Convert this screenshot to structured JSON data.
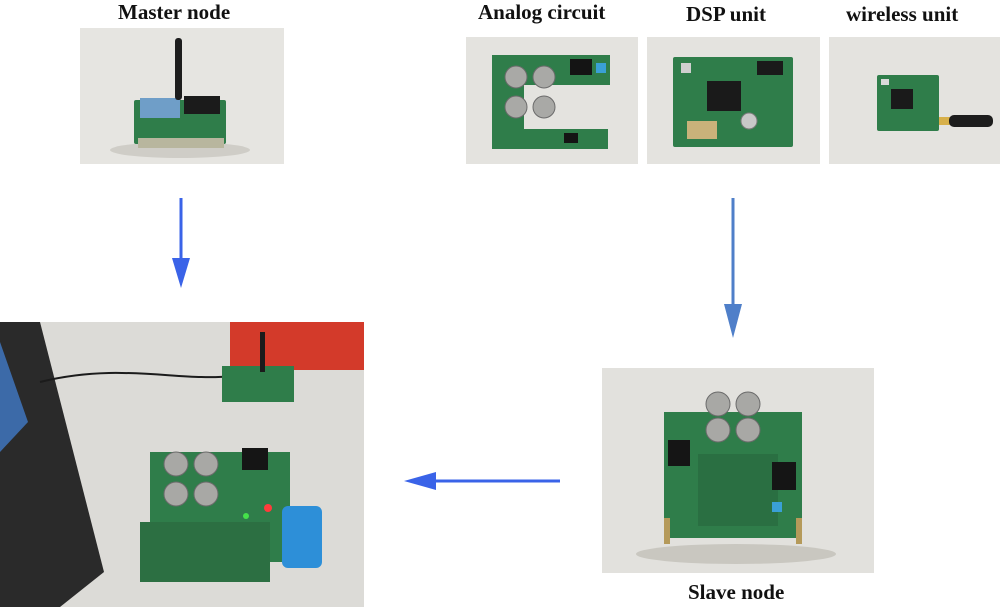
{
  "labels": {
    "master_node": "Master node",
    "analog_circuit": "Analog circuit",
    "dsp_unit": "DSP unit",
    "wireless_unit": "wireless unit",
    "slave_node": "Slave node"
  },
  "colors": {
    "arrow_blue": "#3a63e8",
    "arrow_steel": "#4f7fc9",
    "pcb_green": "#2f7d4a",
    "background": "#ffffff"
  }
}
